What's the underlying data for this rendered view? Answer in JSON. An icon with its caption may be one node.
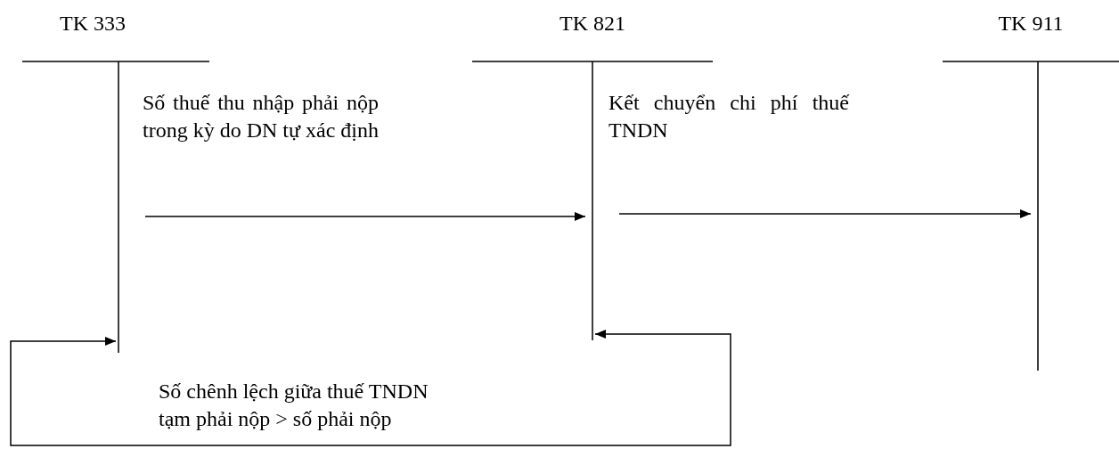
{
  "diagram": {
    "nodes": [
      {
        "text": [
          "TK 333"
        ]
      },
      {
        "text": [
          "TK 821"
        ]
      },
      {
        "text": [
          "TK 911"
        ]
      }
    ],
    "edges": [
      {
        "from": 0,
        "to": 1,
        "arrow": "to",
        "label": "Số thuế thu nhập phải nộp trong kỳ do DN tự xác định"
      },
      {
        "from": 1,
        "to": 2,
        "arrow": "to",
        "label": "Kết chuyển chi phí thuế TNDN"
      },
      {
        "from": 1,
        "to": 0,
        "arrow": "both",
        "label": "Số chênh lệch giữa thuế TNDN tạm phải nộp > số phải nộp"
      }
    ]
  }
}
